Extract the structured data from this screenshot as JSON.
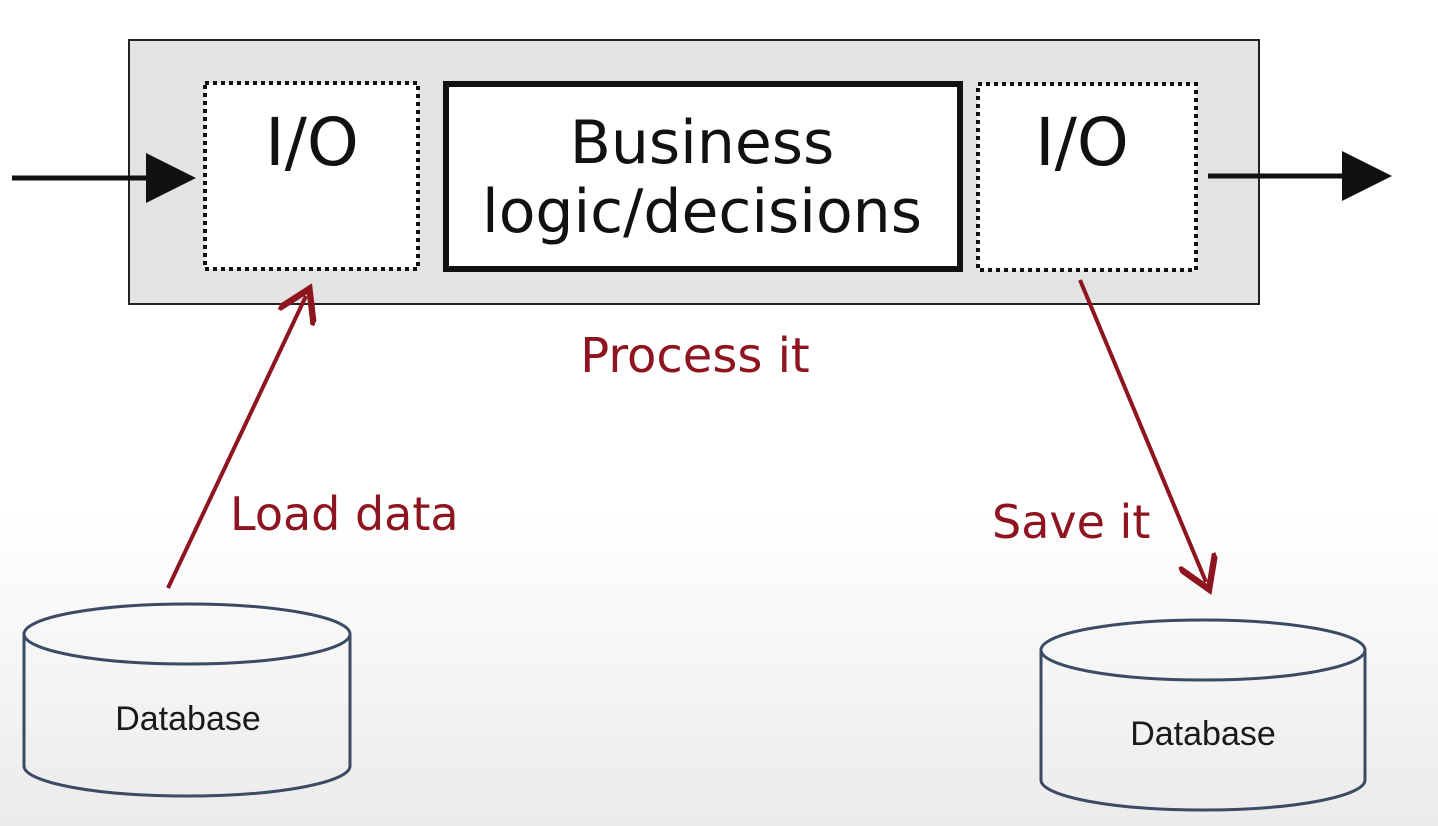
{
  "colors": {
    "container_fill": "#e3e3e3",
    "ink": "#111111",
    "annotation_red": "#8e1420",
    "database_stroke": "#3b4b63"
  },
  "diagram": {
    "left_io_label": "I/O",
    "business_label_line1": "Business",
    "business_label_line2": "logic/decisions",
    "right_io_label": "I/O",
    "process_label": "Process it",
    "load_label": "Load data",
    "save_label": "Save it",
    "db_left_label": "Database",
    "db_right_label": "Database"
  }
}
